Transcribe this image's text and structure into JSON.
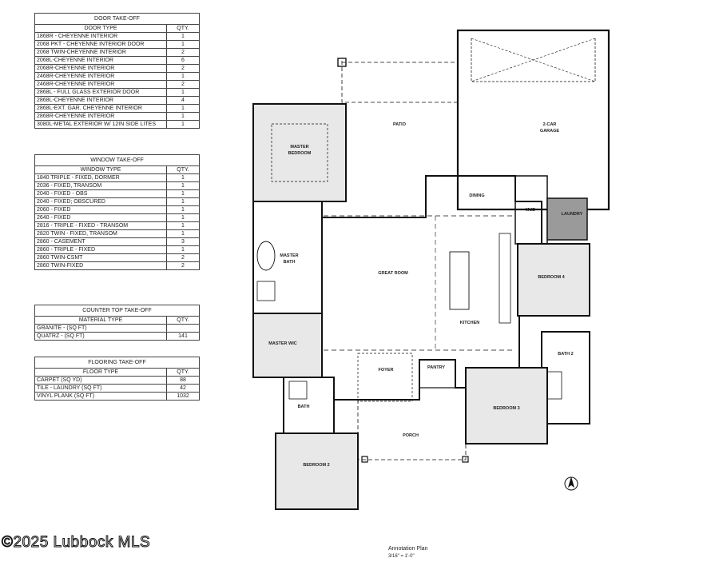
{
  "door_takeoff": {
    "title": "DOOR TAKE-OFF",
    "columns": [
      "DOOR TYPE",
      "QTY."
    ],
    "rows": [
      [
        "1868R - CHEYENNE INTERIOR",
        "1"
      ],
      [
        "2068 PKT - CHEYENNE INTERIOR DOOR",
        "1"
      ],
      [
        "2068 TWIN-CHEYENNE INTERIOR",
        "2"
      ],
      [
        "2068L-CHEYENNE INTERIOR",
        "6"
      ],
      [
        "2068R-CHEYENNE INTERIOR",
        "2"
      ],
      [
        "2468R-CHEYENNE INTERIOR",
        "1"
      ],
      [
        "2468R-CHEYENNE INTERIOR",
        "2"
      ],
      [
        "2868L - FULL GLASS EXTERIOR DOOR",
        "1"
      ],
      [
        "2868L-CHEYENNE INTERIOR",
        "4"
      ],
      [
        "2868L-EXT. GAR. CHEYENNE INTERIOR",
        "1"
      ],
      [
        "2868R-CHEYENNE INTERIOR",
        "1"
      ],
      [
        "3080L-METAL EXTERIOR W/ 12IN SIDE LITES",
        "1"
      ]
    ]
  },
  "window_takeoff": {
    "title": "WINDOW TAKE-OFF",
    "columns": [
      "WINDOW TYPE",
      "QTY."
    ],
    "rows": [
      [
        "1840 TRIPLE - FIXED, DORMER",
        "1"
      ],
      [
        "2036 - FIXED, TRANSOM",
        "1"
      ],
      [
        "2040 - FIXED - OBS",
        "1"
      ],
      [
        "2040 - FIXED; OBSCURED",
        "1"
      ],
      [
        "2060 - FIXED",
        "1"
      ],
      [
        "2640 - FIXED",
        "1"
      ],
      [
        "2816 - TRIPLE - FIXED - TRANSOM",
        "1"
      ],
      [
        "2820 TWIN - FIXED, TRANSOM",
        "1"
      ],
      [
        "2860 - CASEMENT",
        "3"
      ],
      [
        "2860 - TRIPLE - FIXED",
        "1"
      ],
      [
        "2860 TWIN-CSMT",
        "2"
      ],
      [
        "2860 TWIN-FIXED",
        "2"
      ]
    ]
  },
  "counter_takeoff": {
    "title": "COUNTER TOP TAKE-OFF",
    "columns": [
      "MATERIAL TYPE",
      "QTY."
    ],
    "rows": [
      [
        "GRANITE - (SQ FT)",
        ""
      ],
      [
        "QUATRZ - (SQ FT)",
        "141"
      ]
    ]
  },
  "flooring_takeoff": {
    "title": "FLOORING TAKE-OFF",
    "columns": [
      "FLOOR TYPE",
      "QTY."
    ],
    "rows": [
      [
        "CARPET (SQ YD)",
        "88"
      ],
      [
        "TILE - LAUNDRY (SQ FT)",
        "42"
      ],
      [
        "VINYL PLANK (SQ FT)",
        "1032"
      ]
    ]
  },
  "rooms": {
    "master_bedroom": [
      "MASTER",
      "BEDROOM"
    ],
    "patio": "PATIO",
    "garage": [
      "2-CAR",
      "GARAGE"
    ],
    "dining": "DINING",
    "mud": "MUD",
    "laundry": "LAUNDRY",
    "master_bath": [
      "MASTER",
      "BATH"
    ],
    "great_room": "GREAT ROOM",
    "bedroom_4": "BEDROOM 4",
    "kitchen": "KITCHEN",
    "master_wic": "MASTER WIC",
    "bath_2": "BATH 2",
    "foyer": "FOYER",
    "pantry": "PANTRY",
    "bath": "BATH",
    "bedroom_3": "BEDROOM 3",
    "porch": "PORCH",
    "bedroom_2": "BEDROOM 2"
  },
  "annotation": {
    "marker": "1",
    "title": "Annotation Plan",
    "scale": "3/16\" = 1'-0\""
  },
  "watermark": "©2025 Lubbock MLS",
  "colors": {
    "line": "#333333",
    "room_fill": "#e6e6e6",
    "laundry_fill": "#9a9a9a",
    "wall": "#111111"
  }
}
